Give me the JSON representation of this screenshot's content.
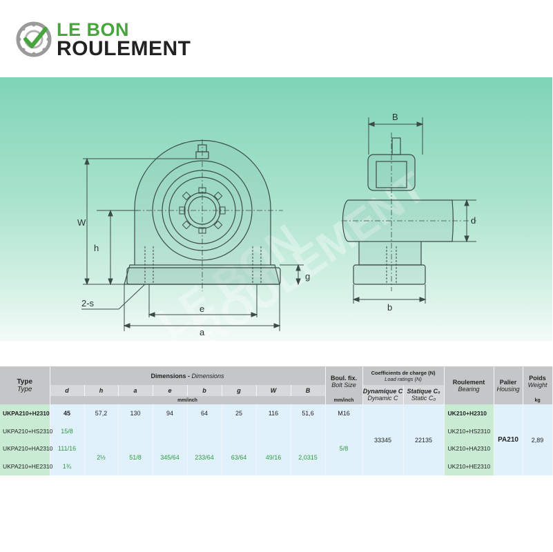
{
  "brand": {
    "line1": "LE BON",
    "line2": "ROULEMENT",
    "green": "#48a43c",
    "dark": "#222222"
  },
  "drawing": {
    "watermark_line1": "LE BON",
    "watermark_line2": "ROULEMENT",
    "labels": {
      "W": "W",
      "h": "h",
      "g": "g",
      "s": "2-s",
      "e": "e",
      "a": "a",
      "B": "B",
      "d": "d",
      "b": "b"
    },
    "band_color": "#7fd4b8"
  },
  "table": {
    "header": {
      "type": "Type",
      "type_en": "Type",
      "dimensions": "Dimensions",
      "dimensions_en": "Dimensions",
      "bolt": "Boul. fix.",
      "bolt_en": "Bolt Size",
      "coef": "Coefficients de charge (N)",
      "coef_en": "Load ratings (N)",
      "dyn": "Dynamique C",
      "dyn_en": "Dynamic C",
      "stat": "Statique C₀",
      "stat_en": "Static C₀",
      "bearing": "Roulement",
      "bearing_en": "Bearing",
      "housing": "Palier",
      "housing_en": "Housing",
      "weight": "Poids",
      "weight_en": "Weight",
      "dims": [
        "d",
        "h",
        "a",
        "e",
        "b",
        "g",
        "W",
        "B"
      ],
      "units_mm": "mm/inch",
      "units_bolt": "mm/inch",
      "units_kg": "kg"
    },
    "rows": [
      {
        "type": "UKPA210+H2310",
        "d": "45",
        "h": "57,2",
        "a": "130",
        "e": "94",
        "b": "64",
        "g": "25",
        "W": "116",
        "B": "51,6",
        "bolt": "M16",
        "bearing": "UK210+H2310"
      },
      {
        "type": "UKPA210+HS2310",
        "d": "15/8",
        "bearing": "UK210+HS2310"
      },
      {
        "type": "UKPA210+HA2310",
        "d": "111/16",
        "h": "2½",
        "a": "51/8",
        "e": "345/64",
        "b": "233/64",
        "g": "63/64",
        "W": "49/16",
        "B": "2,0315",
        "bolt": "5/8",
        "bearing": "UK210+HA2310"
      },
      {
        "type": "UKPA210+HE2310",
        "d": "1¾",
        "bearing": "UK210+HE2310"
      }
    ],
    "dynamic": "33345",
    "static": "22135",
    "housing": "PA210",
    "weight": "2,89"
  }
}
